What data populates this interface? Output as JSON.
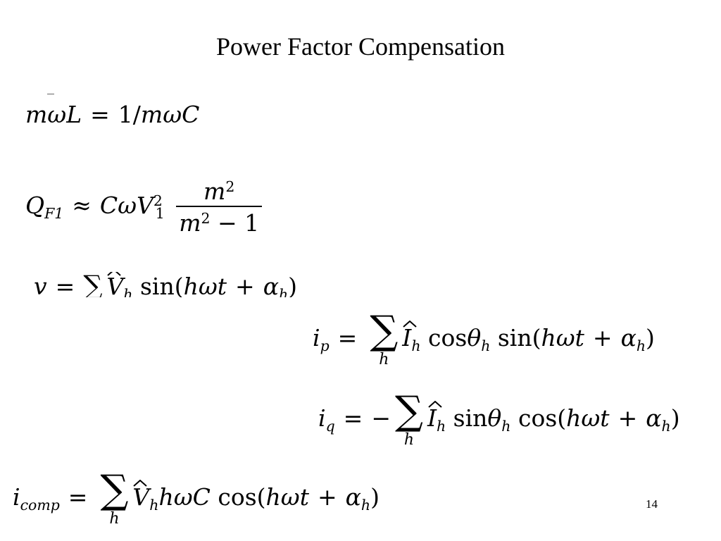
{
  "slide": {
    "title": "Power Factor Compensation",
    "page_number": "14"
  },
  "equations": {
    "resonance": {
      "m1": "m",
      "w1": "ω",
      "L": "L",
      "eq": "=",
      "one": "1/",
      "m2": "m",
      "w2": "ω",
      "C": "C"
    },
    "qf1": {
      "Q": "Q",
      "F1": "F1",
      "approx": "≈",
      "C": "C",
      "w": "ω",
      "V": "V",
      "sub1": "1",
      "sup2": "2",
      "num_m": "m",
      "num_exp": "2",
      "den_m": "m",
      "den_exp": "2",
      "den_rest": " − 1"
    },
    "voltage": {
      "v": "v",
      "eq": "=",
      "sum": "∑",
      "V": "V",
      "h": "h",
      "sin": "sin",
      "open": "(",
      "hwt": "hωt",
      "plus": "+",
      "alpha": "α",
      "ah": "h",
      "close": ")"
    },
    "ip": {
      "i": "i",
      "p": "p",
      "eq": "=",
      "sum": "∑",
      "limit": "h",
      "I": "I",
      "Ih": "h",
      "cos": "cos",
      "theta": "θ",
      "th": "h",
      "sin": "sin",
      "open": "(",
      "hwt": "hωt",
      "plus": "+",
      "alpha": "α",
      "ah": "h",
      "close": ")"
    },
    "iq": {
      "i": "i",
      "q": "q",
      "eq": "=",
      "minus": "−",
      "sum": "∑",
      "limit": "h",
      "I": "I",
      "Ih": "h",
      "sin": "sin",
      "theta": "θ",
      "th": "h",
      "cos": "cos",
      "open": "(",
      "hwt": "hωt",
      "plus": "+",
      "alpha": "α",
      "ah": "h",
      "close": ")"
    },
    "icomp": {
      "i": "i",
      "comp": "comp",
      "eq": "=",
      "sum": "∑",
      "limit": "h",
      "V": "V",
      "Vh": "h",
      "hwC": "hωC",
      "cos": "cos",
      "open": "(",
      "hwt": "hωt",
      "plus": "+",
      "alpha": "α",
      "ah": "h",
      "close": ")"
    }
  }
}
